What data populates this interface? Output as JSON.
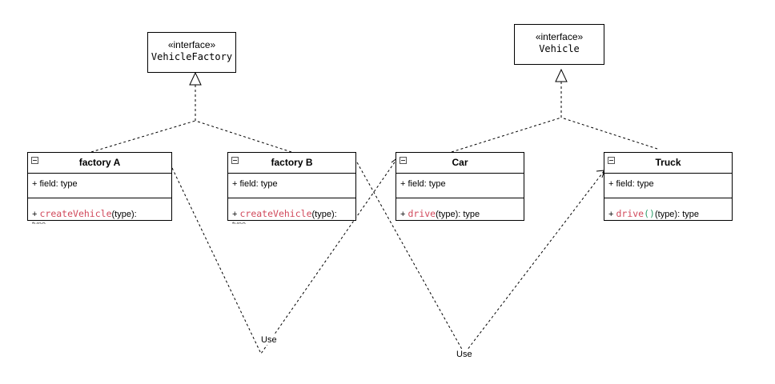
{
  "interfaces": {
    "factory": {
      "stereotype": "«interface»",
      "name": "VehicleFactory"
    },
    "vehicle": {
      "stereotype": "«interface»",
      "name": "Vehicle"
    }
  },
  "classes": {
    "factory_a": {
      "name": "factory A",
      "field": "+ field: type",
      "method_prefix": "+ ",
      "method_name": "createVehicle",
      "method_suffix": "(type):"
    },
    "factory_b": {
      "name": "factory B",
      "field": "+ field: type",
      "method_prefix": "+ ",
      "method_name": "createVehicle",
      "method_suffix": "(type):"
    },
    "car": {
      "name": "Car",
      "field": "+ field: type",
      "method_prefix": "+ ",
      "method_name": "drive",
      "method_suffix": "(type): type"
    },
    "truck": {
      "name": "Truck",
      "field": "+ field: type",
      "method_prefix": "+ ",
      "method_name": "drive",
      "method_parens": "()",
      "method_suffix": "(type): type"
    }
  },
  "overflow_text": "type",
  "relations": {
    "use_label_1": "Use",
    "use_label_2": "Use"
  }
}
